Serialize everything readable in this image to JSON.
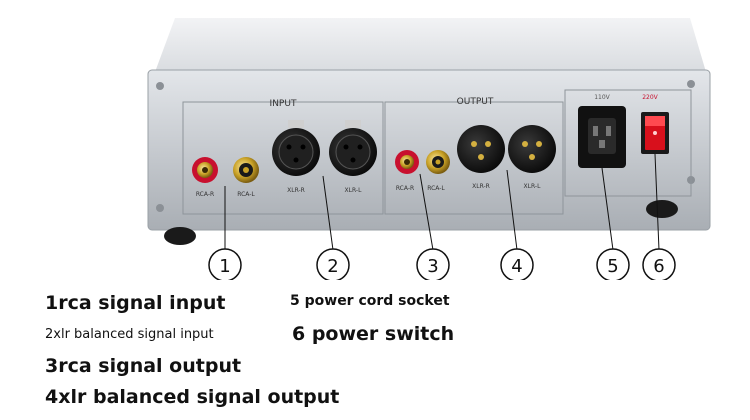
{
  "panel": {
    "input_label": "INPUT",
    "output_label": "OUTPUT",
    "rca_r": "RCA-R",
    "rca_l": "RCA-L",
    "xlr_r": "XLR-R",
    "xlr_l": "XLR-L",
    "voltage_110": "110V",
    "voltage_220": "220V"
  },
  "callouts": [
    "1",
    "2",
    "3",
    "4",
    "5",
    "6"
  ],
  "captions": {
    "c1": "1rca signal input",
    "c2": "2xlr balanced signal input",
    "c3": "3rca signal output",
    "c4": "4xlr balanced signal output",
    "c5": "5 power cord socket",
    "c6": "6 power switch"
  },
  "colors": {
    "chassis": "#c9cdd2",
    "rca_red": "#c8102e",
    "rca_gold": "#c9a227",
    "switch_red": "#d8101c"
  }
}
